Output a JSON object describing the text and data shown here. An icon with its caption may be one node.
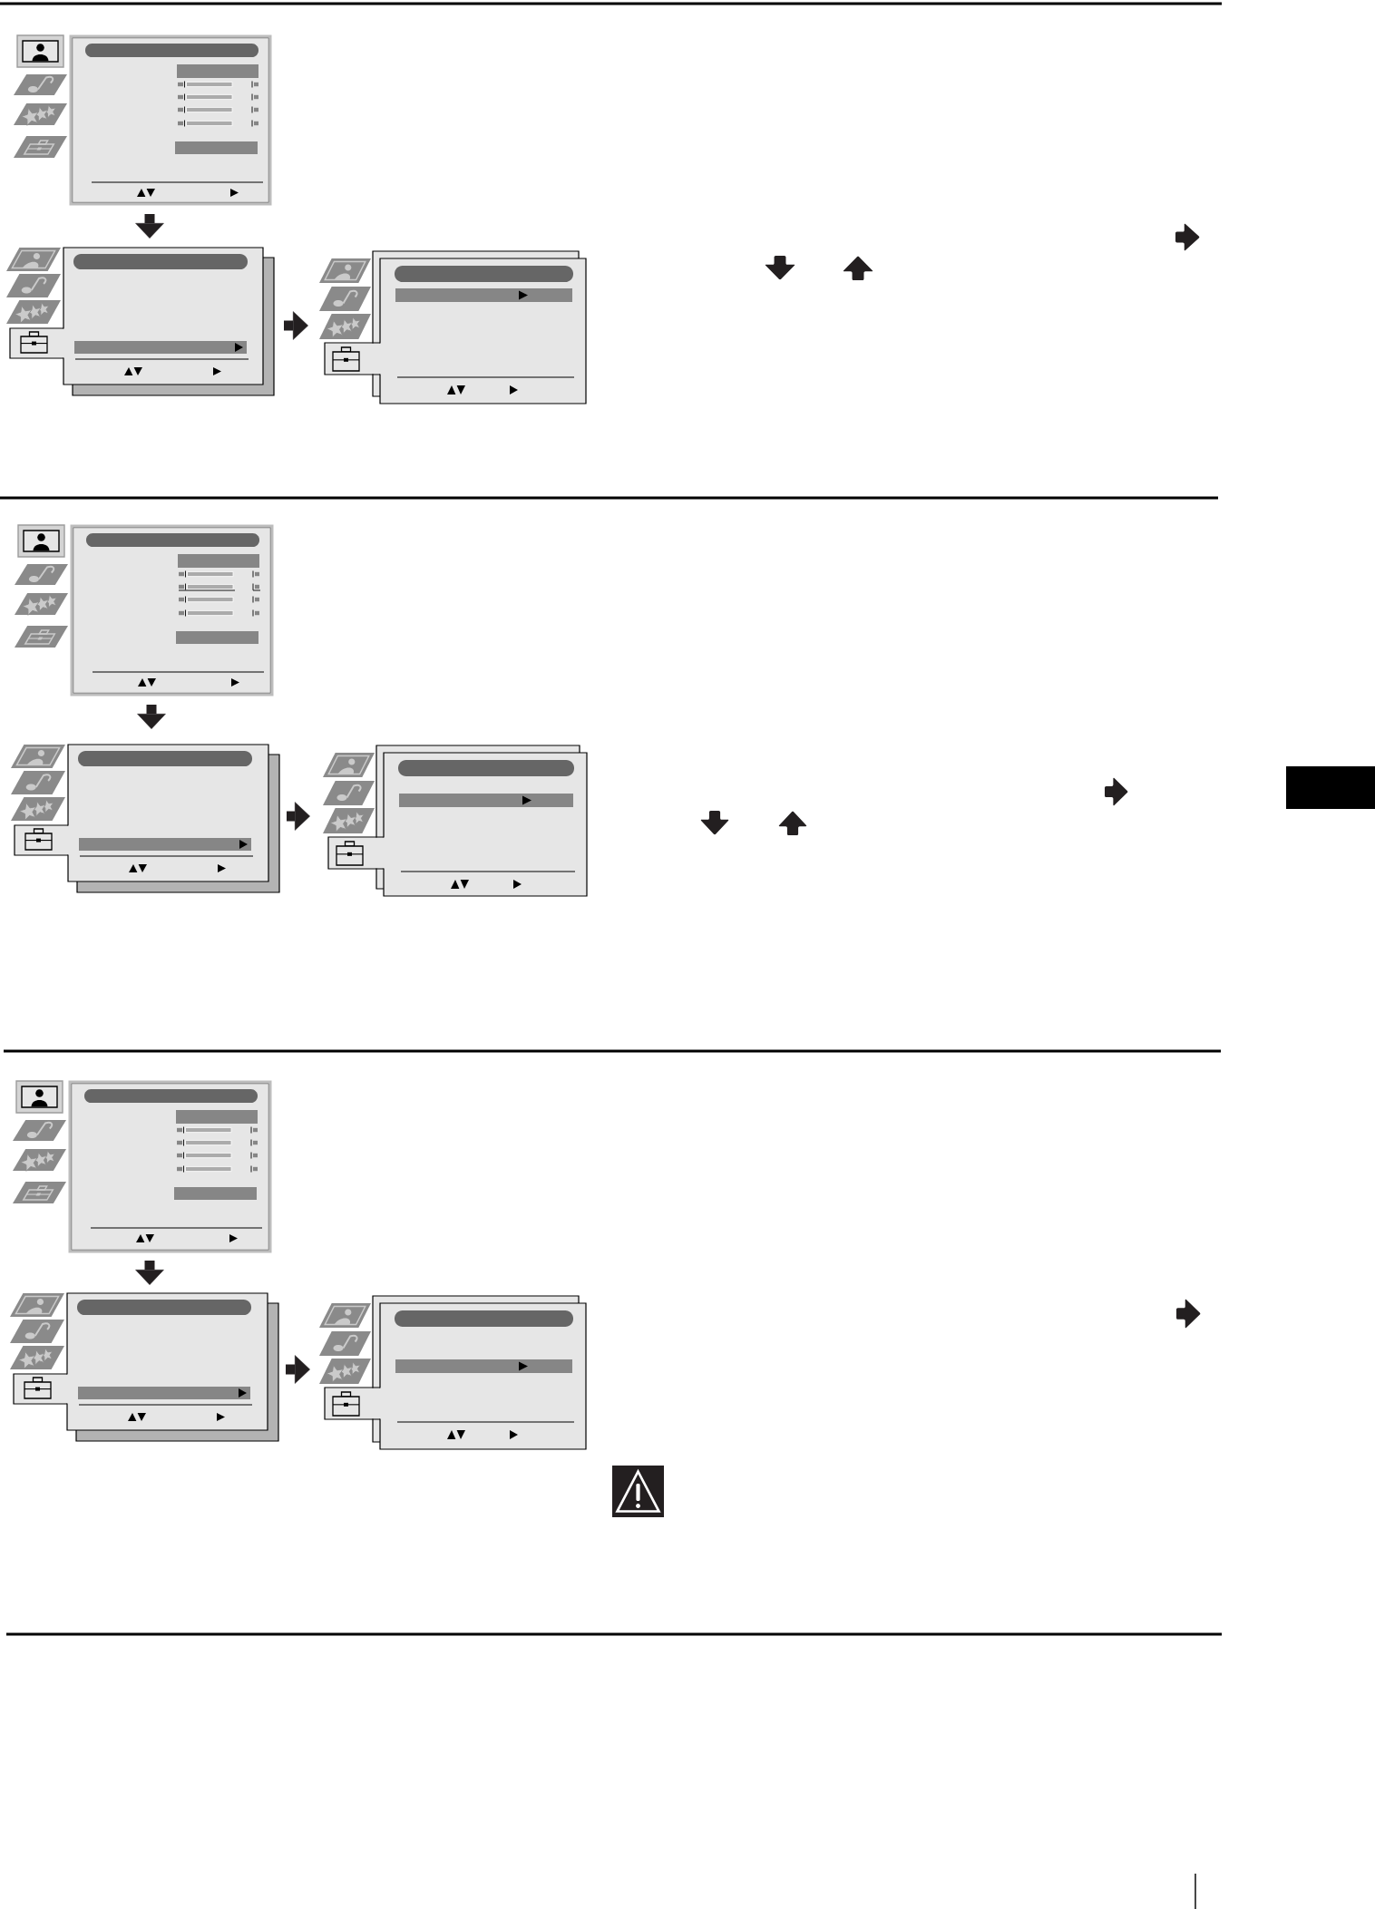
{
  "diagram": {
    "nodes": [
      {
        "text": [],
        "shape": "box"
      },
      {
        "text": [],
        "shape": "bar",
        "in": 0
      },
      {
        "text": [],
        "shape": "bar",
        "in": 0
      },
      {
        "text": [],
        "shape": "bar",
        "in": 0
      },
      {
        "text": [],
        "shape": "box"
      },
      {
        "text": [],
        "shape": "bar",
        "in": 4
      },
      {
        "text": [],
        "shape": "bar",
        "in": 4
      },
      {
        "text": [],
        "shape": "box"
      },
      {
        "text": [],
        "shape": "bar",
        "in": 7
      },
      {
        "text": [],
        "shape": "bar",
        "in": 7
      },
      {
        "text": [],
        "shape": "box"
      },
      {
        "text": [],
        "shape": "bar",
        "in": 10
      },
      {
        "text": [],
        "shape": "bar",
        "in": 10
      },
      {
        "text": [],
        "shape": "bar",
        "in": 10
      },
      {
        "text": [],
        "shape": "box"
      },
      {
        "text": [],
        "shape": "bar",
        "in": 14
      },
      {
        "text": [],
        "shape": "bar",
        "in": 14
      },
      {
        "text": [],
        "shape": "box"
      },
      {
        "text": [],
        "shape": "bar",
        "in": 17
      },
      {
        "text": [],
        "shape": "bar",
        "in": 17
      },
      {
        "text": [],
        "shape": "box"
      },
      {
        "text": [],
        "shape": "bar",
        "in": 20
      },
      {
        "text": [],
        "shape": "bar",
        "in": 20
      },
      {
        "text": [],
        "shape": "bar",
        "in": 20
      },
      {
        "text": [],
        "shape": "box"
      },
      {
        "text": [],
        "shape": "bar",
        "in": 24
      },
      {
        "text": [],
        "shape": "bar",
        "in": 24
      },
      {
        "text": [],
        "shape": "box"
      },
      {
        "text": [],
        "shape": "bar",
        "in": 27
      },
      {
        "text": [],
        "shape": "bar",
        "in": 27
      }
    ],
    "edges": [
      {
        "from": 0,
        "to": 4,
        "arrow": "to"
      },
      {
        "from": 4,
        "to": 7,
        "arrow": "to"
      },
      {
        "from": 10,
        "to": 14,
        "arrow": "to"
      },
      {
        "from": 14,
        "to": 17,
        "arrow": "to"
      },
      {
        "from": 20,
        "to": 24,
        "arrow": "to"
      },
      {
        "from": 24,
        "to": 27,
        "arrow": "to"
      }
    ]
  }
}
